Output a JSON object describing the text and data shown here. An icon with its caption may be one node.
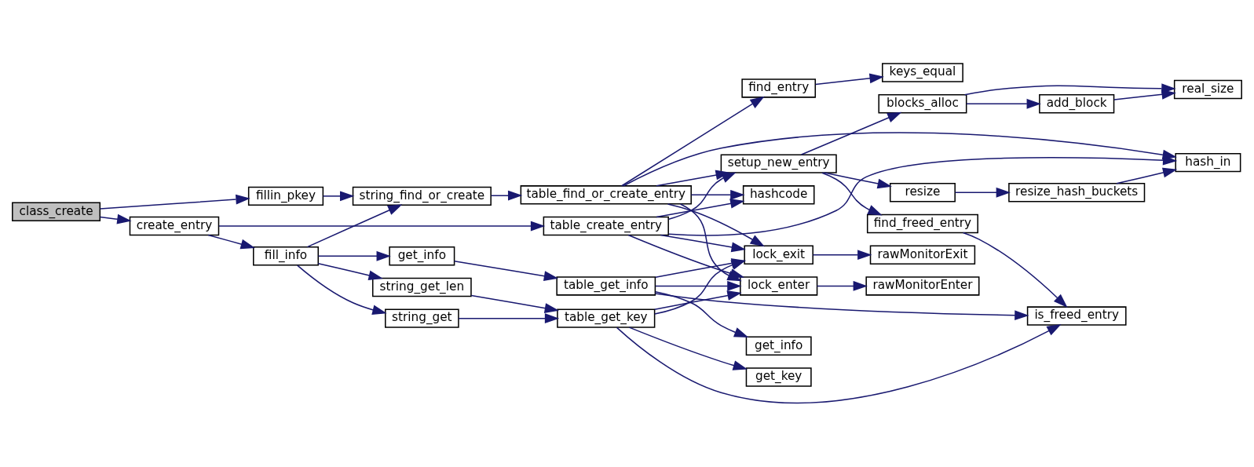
{
  "diagram": {
    "nodes": [
      {
        "text": [
          "class_create"
        ]
      },
      {
        "text": [
          "fillin_pkey"
        ]
      },
      {
        "text": [
          "create_entry"
        ]
      },
      {
        "text": [
          "string_find_or_create"
        ]
      },
      {
        "text": [
          "fill_info"
        ]
      },
      {
        "text": [
          "table_find_or_create_entry"
        ]
      },
      {
        "text": [
          "table_create_entry"
        ]
      },
      {
        "text": [
          "get_info"
        ]
      },
      {
        "text": [
          "string_get_len"
        ]
      },
      {
        "text": [
          "string_get"
        ]
      },
      {
        "text": [
          "table_get_info"
        ]
      },
      {
        "text": [
          "table_get_key"
        ]
      },
      {
        "text": [
          "find_entry"
        ]
      },
      {
        "text": [
          "keys_equal"
        ]
      },
      {
        "text": [
          "setup_new_entry"
        ]
      },
      {
        "text": [
          "hashcode"
        ]
      },
      {
        "text": [
          "lock_exit"
        ]
      },
      {
        "text": [
          "lock_enter"
        ]
      },
      {
        "text": [
          "get_info"
        ]
      },
      {
        "text": [
          "get_key"
        ]
      },
      {
        "text": [
          "blocks_alloc"
        ]
      },
      {
        "text": [
          "add_block"
        ]
      },
      {
        "text": [
          "real_size"
        ]
      },
      {
        "text": [
          "resize"
        ]
      },
      {
        "text": [
          "resize_hash_buckets"
        ]
      },
      {
        "text": [
          "hash_in"
        ]
      },
      {
        "text": [
          "find_freed_entry"
        ]
      },
      {
        "text": [
          "rawMonitorExit"
        ]
      },
      {
        "text": [
          "rawMonitorEnter"
        ]
      },
      {
        "text": [
          "is_freed_entry"
        ]
      }
    ],
    "edges": [
      {
        "from": 0,
        "to": 1,
        "arrow": "to"
      },
      {
        "from": 0,
        "to": 2,
        "arrow": "to"
      },
      {
        "from": 1,
        "to": 3,
        "arrow": "to"
      },
      {
        "from": 3,
        "to": 5,
        "arrow": "to"
      },
      {
        "from": 2,
        "to": 6,
        "arrow": "to"
      },
      {
        "from": 2,
        "to": 4,
        "arrow": "to"
      },
      {
        "from": 4,
        "to": 3,
        "arrow": "to"
      },
      {
        "from": 4,
        "to": 7,
        "arrow": "to"
      },
      {
        "from": 4,
        "to": 8,
        "arrow": "to"
      },
      {
        "from": 4,
        "to": 9,
        "arrow": "to"
      },
      {
        "from": 7,
        "to": 10,
        "arrow": "to"
      },
      {
        "from": 8,
        "to": 11,
        "arrow": "to"
      },
      {
        "from": 9,
        "to": 11,
        "arrow": "to"
      },
      {
        "from": 5,
        "to": 12,
        "arrow": "to"
      },
      {
        "from": 5,
        "to": 25,
        "arrow": "to"
      },
      {
        "from": 5,
        "to": 14,
        "arrow": "to"
      },
      {
        "from": 5,
        "to": 15,
        "arrow": "to"
      },
      {
        "from": 5,
        "to": 16,
        "arrow": "to"
      },
      {
        "from": 5,
        "to": 17,
        "arrow": "to"
      },
      {
        "from": 6,
        "to": 14,
        "arrow": "to"
      },
      {
        "from": 6,
        "to": 15,
        "arrow": "to"
      },
      {
        "from": 6,
        "to": 25,
        "arrow": "to"
      },
      {
        "from": 6,
        "to": 16,
        "arrow": "to"
      },
      {
        "from": 6,
        "to": 17,
        "arrow": "to"
      },
      {
        "from": 10,
        "to": 16,
        "arrow": "to"
      },
      {
        "from": 10,
        "to": 17,
        "arrow": "to"
      },
      {
        "from": 10,
        "to": 18,
        "arrow": "to"
      },
      {
        "from": 10,
        "to": 29,
        "arrow": "to"
      },
      {
        "from": 11,
        "to": 16,
        "arrow": "to"
      },
      {
        "from": 11,
        "to": 17,
        "arrow": "to"
      },
      {
        "from": 11,
        "to": 29,
        "arrow": "to"
      },
      {
        "from": 11,
        "to": 19,
        "arrow": "to"
      },
      {
        "from": 12,
        "to": 13,
        "arrow": "to"
      },
      {
        "from": 14,
        "to": 20,
        "arrow": "to"
      },
      {
        "from": 14,
        "to": 23,
        "arrow": "to"
      },
      {
        "from": 14,
        "to": 26,
        "arrow": "to"
      },
      {
        "from": 20,
        "to": 21,
        "arrow": "to"
      },
      {
        "from": 20,
        "to": 22,
        "arrow": "to"
      },
      {
        "from": 21,
        "to": 22,
        "arrow": "to"
      },
      {
        "from": 23,
        "to": 24,
        "arrow": "to"
      },
      {
        "from": 24,
        "to": 25,
        "arrow": "to"
      },
      {
        "from": 16,
        "to": 27,
        "arrow": "to"
      },
      {
        "from": 17,
        "to": 28,
        "arrow": "to"
      },
      {
        "from": 26,
        "to": 29,
        "arrow": "to"
      }
    ]
  }
}
